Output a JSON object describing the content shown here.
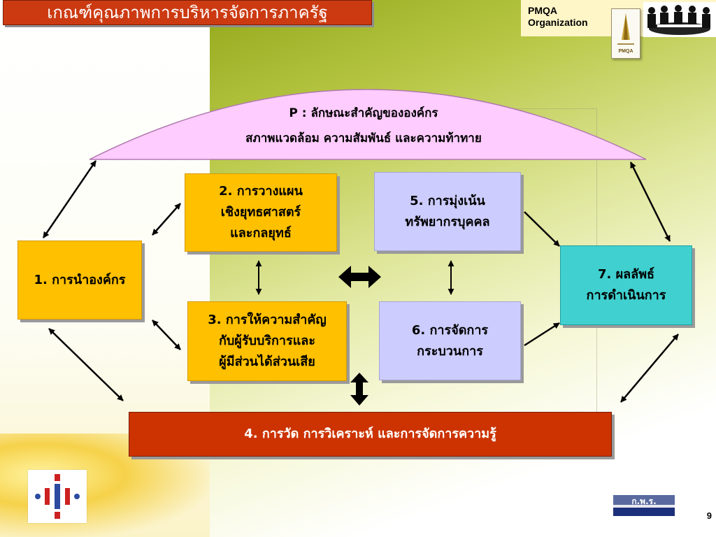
{
  "title": "เกณฑ์คุณภาพการบริหารจัดการภาครัฐ",
  "organization": {
    "line1": "PMQA",
    "line2": "Organization",
    "logo_text": "PMQA"
  },
  "profile": {
    "line1": "P : ลักษณะสำคัญขององค์กร",
    "line2": "สภาพแวดล้อม ความสัมพันธ์ และความท้าทาย"
  },
  "categories": {
    "c1": {
      "lines": [
        "1. การนำองค์กร"
      ]
    },
    "c2": {
      "lines": [
        "2. การวางแผน",
        "เชิงยุทธศาสตร์",
        "และกลยุทธ์"
      ]
    },
    "c3": {
      "lines": [
        "3. การให้ความสำคัญ",
        "กับผู้รับบริการและ",
        "ผู้มีส่วนได้ส่วนเสีย"
      ]
    },
    "c4": {
      "lines": [
        "4. การวัด การวิเคราะห์ และการจัดการความรู้"
      ]
    },
    "c5": {
      "lines": [
        "5. การมุ่งเน้น",
        "ทรัพยากรบุคคล"
      ]
    },
    "c6": {
      "lines": [
        "6. การจัดการ",
        "กระบวนการ"
      ]
    },
    "c7": {
      "lines": [
        "7. ผลลัพธ์",
        "การดำเนินการ"
      ]
    }
  },
  "footer": {
    "badge_text": "ก.พ.ร.",
    "page_number": "9"
  },
  "colors": {
    "title_bg": "#cc3a12",
    "yellow_box": "#ffc000",
    "lavender_box": "#ccccff",
    "teal_box": "#40d0d0",
    "red_box": "#cc3300",
    "arch_fill": "#ffccff"
  },
  "icons": {
    "org_logo": "pmqa-logo-icon",
    "people": "meeting-people-icon",
    "left_logo": "ocsc-logo-icon",
    "footer_badge": "opdc-badge-icon"
  }
}
